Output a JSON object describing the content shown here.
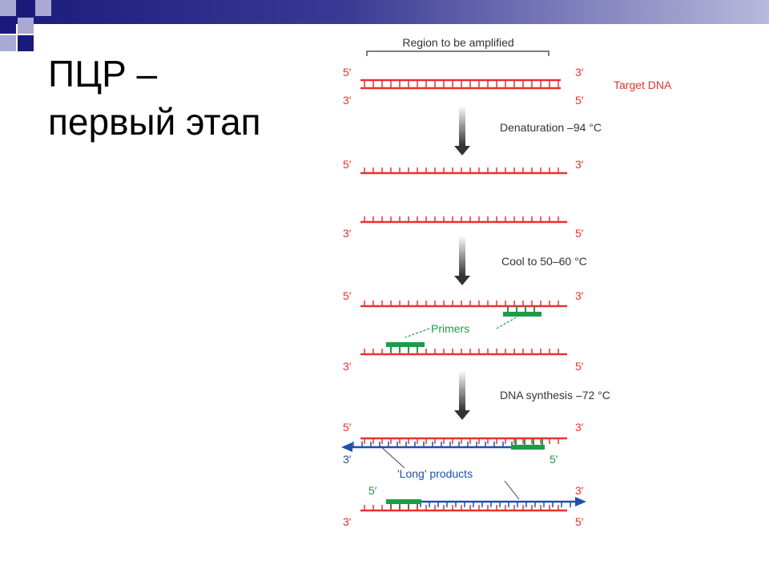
{
  "slide": {
    "title_line1": "ПЦР –",
    "title_line2": "первый этап"
  },
  "colors": {
    "header_dark": "#1a1a7a",
    "square_dark": "#1a1a7a",
    "square_light": "#a9a9d4",
    "strand": "#e8322f",
    "primer": "#1f9a4a",
    "new_strand": "#1f4fa8",
    "arrow": "#333333",
    "text": "#333333"
  },
  "diagram": {
    "region_label": "Region to be amplified",
    "target_label": "Target DNA",
    "step1": "Denaturation –94 °C",
    "step2": "Cool to 50–60 °C",
    "step3": "DNA synthesis –72 °C",
    "primers_label": "Primers",
    "products_label": "'Long' products",
    "end5": "5′",
    "end3": "3′"
  }
}
